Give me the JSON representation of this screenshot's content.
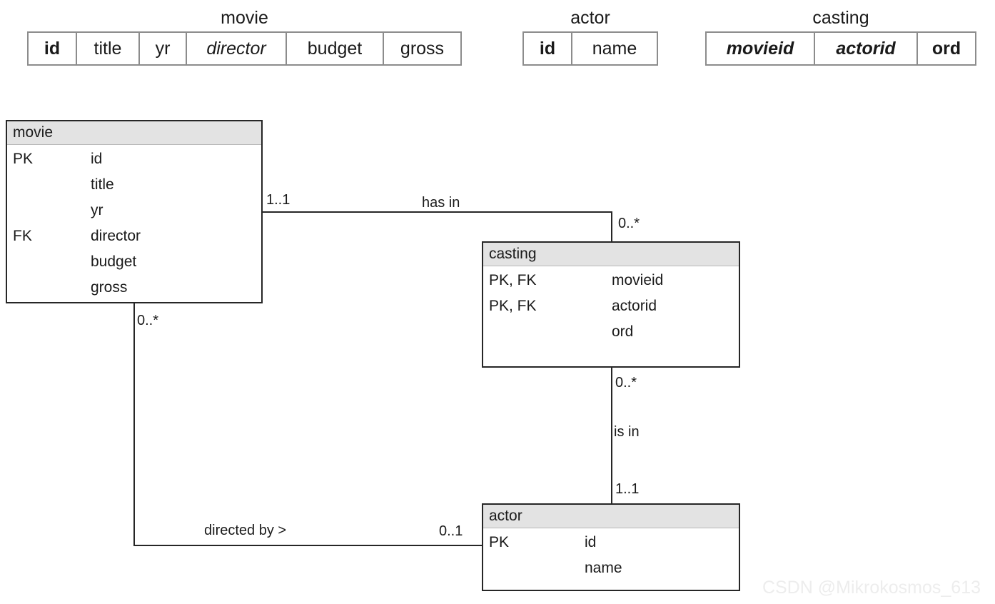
{
  "schema_tables": [
    {
      "caption": "movie",
      "columns": [
        {
          "label": "id",
          "style": "pk"
        },
        {
          "label": "title",
          "style": "plain"
        },
        {
          "label": "yr",
          "style": "plain"
        },
        {
          "label": "director",
          "style": "fk"
        },
        {
          "label": "budget",
          "style": "plain"
        },
        {
          "label": "gross",
          "style": "plain"
        }
      ]
    },
    {
      "caption": "actor",
      "columns": [
        {
          "label": "id",
          "style": "pk"
        },
        {
          "label": "name",
          "style": "plain"
        }
      ]
    },
    {
      "caption": "casting",
      "columns": [
        {
          "label": "movieid",
          "style": "pkfk"
        },
        {
          "label": "actorid",
          "style": "pkfk"
        },
        {
          "label": "ord",
          "style": "pk"
        }
      ]
    }
  ],
  "entities": {
    "movie": {
      "title": "movie",
      "attributes": [
        {
          "key": "PK",
          "name": "id"
        },
        {
          "key": "",
          "name": "title"
        },
        {
          "key": "",
          "name": "yr"
        },
        {
          "key": "FK",
          "name": "director"
        },
        {
          "key": "",
          "name": "budget"
        },
        {
          "key": "",
          "name": "gross"
        }
      ]
    },
    "casting": {
      "title": "casting",
      "attributes": [
        {
          "key": "PK, FK",
          "name": "movieid"
        },
        {
          "key": "PK, FK",
          "name": "actorid"
        },
        {
          "key": "",
          "name": "ord"
        }
      ]
    },
    "actor": {
      "title": "actor",
      "attributes": [
        {
          "key": "PK",
          "name": "id"
        },
        {
          "key": "",
          "name": "name"
        }
      ]
    }
  },
  "relationships": {
    "has_in": {
      "label": "has in",
      "source_cardinality": "1..1",
      "target_cardinality": "0..*"
    },
    "is_in": {
      "label": "is in",
      "source_cardinality": "0..*",
      "target_cardinality": "1..1"
    },
    "directed_by": {
      "label": "directed by >",
      "source_cardinality": "0..*",
      "target_cardinality": "0..1"
    }
  },
  "watermark": "CSDN @Mikrokosmos_613",
  "colors": {
    "entity_header_fill": "#e3e3e3",
    "entity_border": "#262626",
    "schema_border": "#8c8c8c",
    "text": "#1a1a1a",
    "watermark": "#ededed"
  }
}
